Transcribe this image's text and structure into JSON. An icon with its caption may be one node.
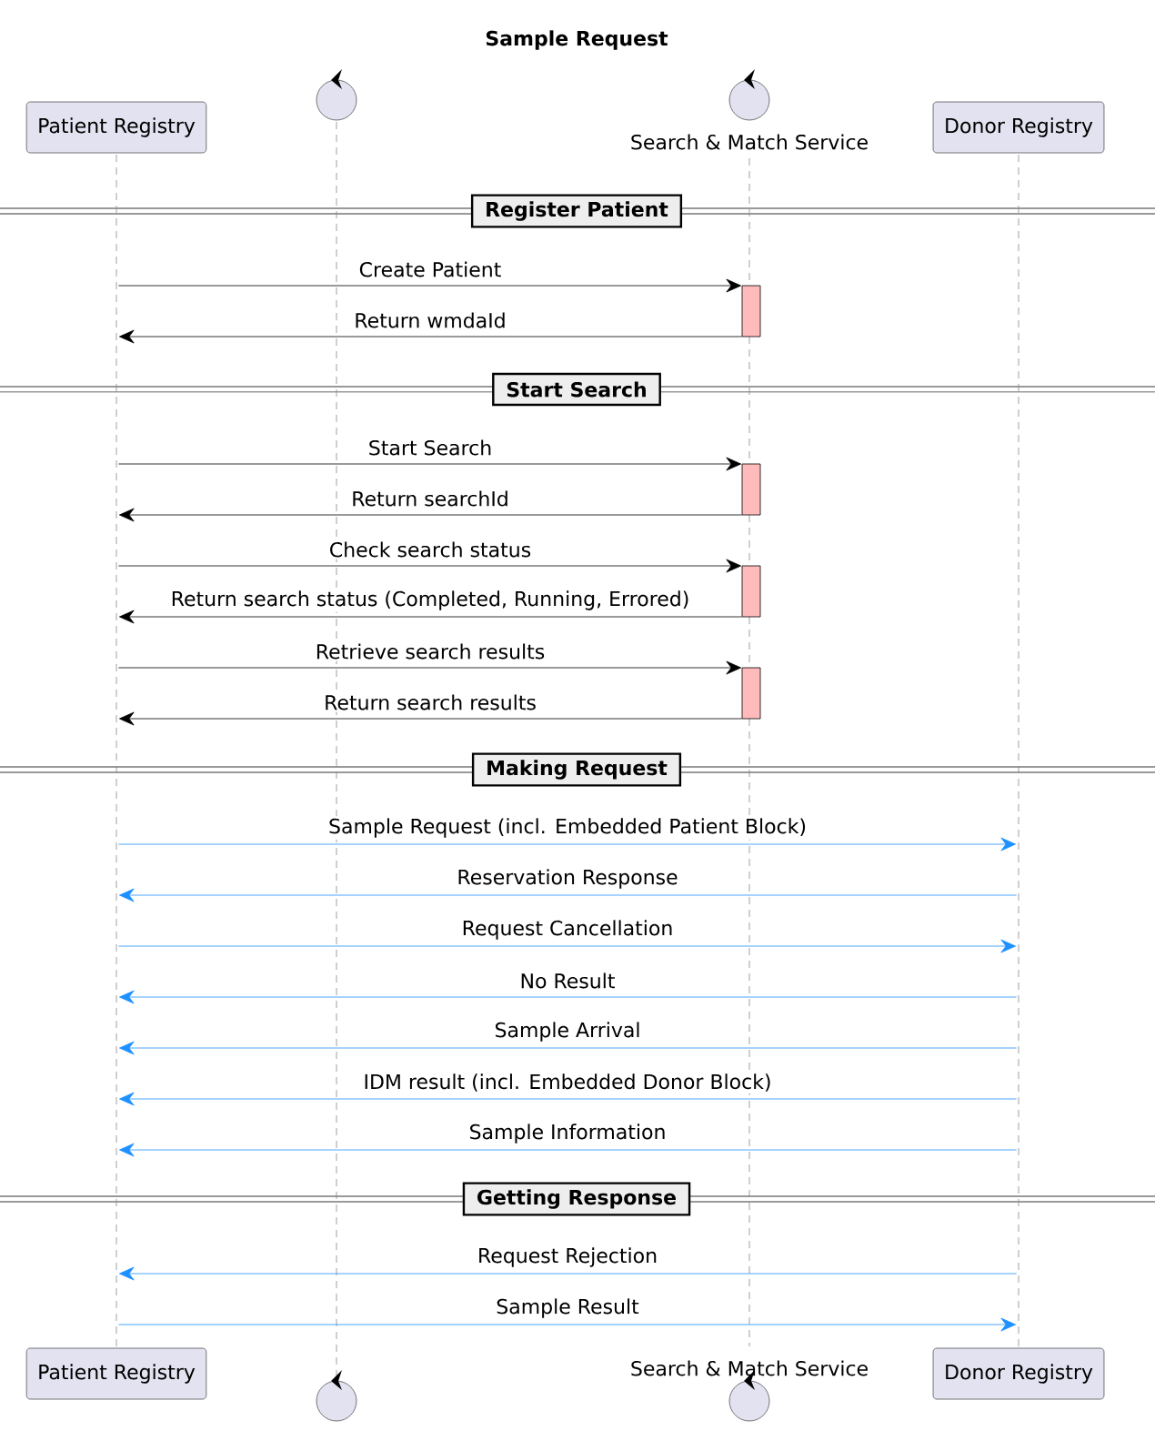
{
  "diagram": {
    "title": "Sample Request",
    "nodes": [
      {
        "text": [
          "Patient Registry"
        ]
      },
      {
        "text": [],
        "shape": "circle"
      },
      {
        "text": [
          "Search & Match Service"
        ]
      },
      {
        "text": [
          "Donor Registry"
        ]
      },
      {
        "text": [
          "Register Patient"
        ]
      },
      {
        "text": [],
        "shape": "bar"
      },
      {
        "text": [
          "Start Search"
        ]
      },
      {
        "text": [],
        "shape": "bar"
      },
      {
        "text": [],
        "shape": "bar"
      },
      {
        "text": [],
        "shape": "bar"
      },
      {
        "text": [
          "Making Request"
        ]
      },
      {
        "text": [
          "Getting Response"
        ]
      },
      {
        "text": [
          "Patient Registry"
        ]
      },
      {
        "text": [],
        "shape": "circle"
      },
      {
        "text": [
          "Search & Match Service"
        ]
      },
      {
        "text": [
          "Donor Registry"
        ]
      },
      {
        "text": [],
        "shape": "line"
      },
      {
        "text": [],
        "shape": "line"
      },
      {
        "text": [],
        "shape": "line"
      },
      {
        "text": [],
        "shape": "line"
      }
    ],
    "edges": [
      {
        "from": 16,
        "to": 5,
        "arrow": "to",
        "label": "Create Patient",
        "color": "#000000"
      },
      {
        "from": 5,
        "to": 16,
        "arrow": "to",
        "label": "Return wmdaId",
        "color": "#000000"
      },
      {
        "from": 16,
        "to": 7,
        "arrow": "to",
        "label": "Start Search",
        "color": "#000000"
      },
      {
        "from": 7,
        "to": 16,
        "arrow": "to",
        "label": "Return searchId",
        "color": "#000000"
      },
      {
        "from": 16,
        "to": 8,
        "arrow": "to",
        "label": "Check search status",
        "color": "#000000"
      },
      {
        "from": 8,
        "to": 16,
        "arrow": "to",
        "label": "Return search status (Completed, Running, Errored)",
        "color": "#000000"
      },
      {
        "from": 16,
        "to": 9,
        "arrow": "to",
        "label": "Retrieve search results",
        "color": "#000000"
      },
      {
        "from": 9,
        "to": 16,
        "arrow": "to",
        "label": "Return search results",
        "color": "#000000"
      },
      {
        "from": 16,
        "to": 19,
        "arrow": "to",
        "label": "Sample Request (incl. Embedded Patient Block)",
        "color": "#1e90ff"
      },
      {
        "from": 19,
        "to": 16,
        "arrow": "to",
        "label": "Reservation Response",
        "color": "#1e90ff"
      },
      {
        "from": 16,
        "to": 19,
        "arrow": "to",
        "label": "Request Cancellation",
        "color": "#1e90ff"
      },
      {
        "from": 19,
        "to": 16,
        "arrow": "to",
        "label": "No Result",
        "color": "#1e90ff"
      },
      {
        "from": 19,
        "to": 16,
        "arrow": "to",
        "label": "Sample Arrival",
        "color": "#1e90ff"
      },
      {
        "from": 19,
        "to": 16,
        "arrow": "to",
        "label": "IDM result (incl. Embedded Donor Block)",
        "color": "#1e90ff"
      },
      {
        "from": 19,
        "to": 16,
        "arrow": "to",
        "label": "Sample Information",
        "color": "#1e90ff"
      },
      {
        "from": 19,
        "to": 16,
        "arrow": "to",
        "label": "Request Rejection",
        "color": "#1e90ff"
      },
      {
        "from": 16,
        "to": 19,
        "arrow": "to",
        "label": "Sample Result",
        "color": "#1e90ff"
      }
    ]
  }
}
